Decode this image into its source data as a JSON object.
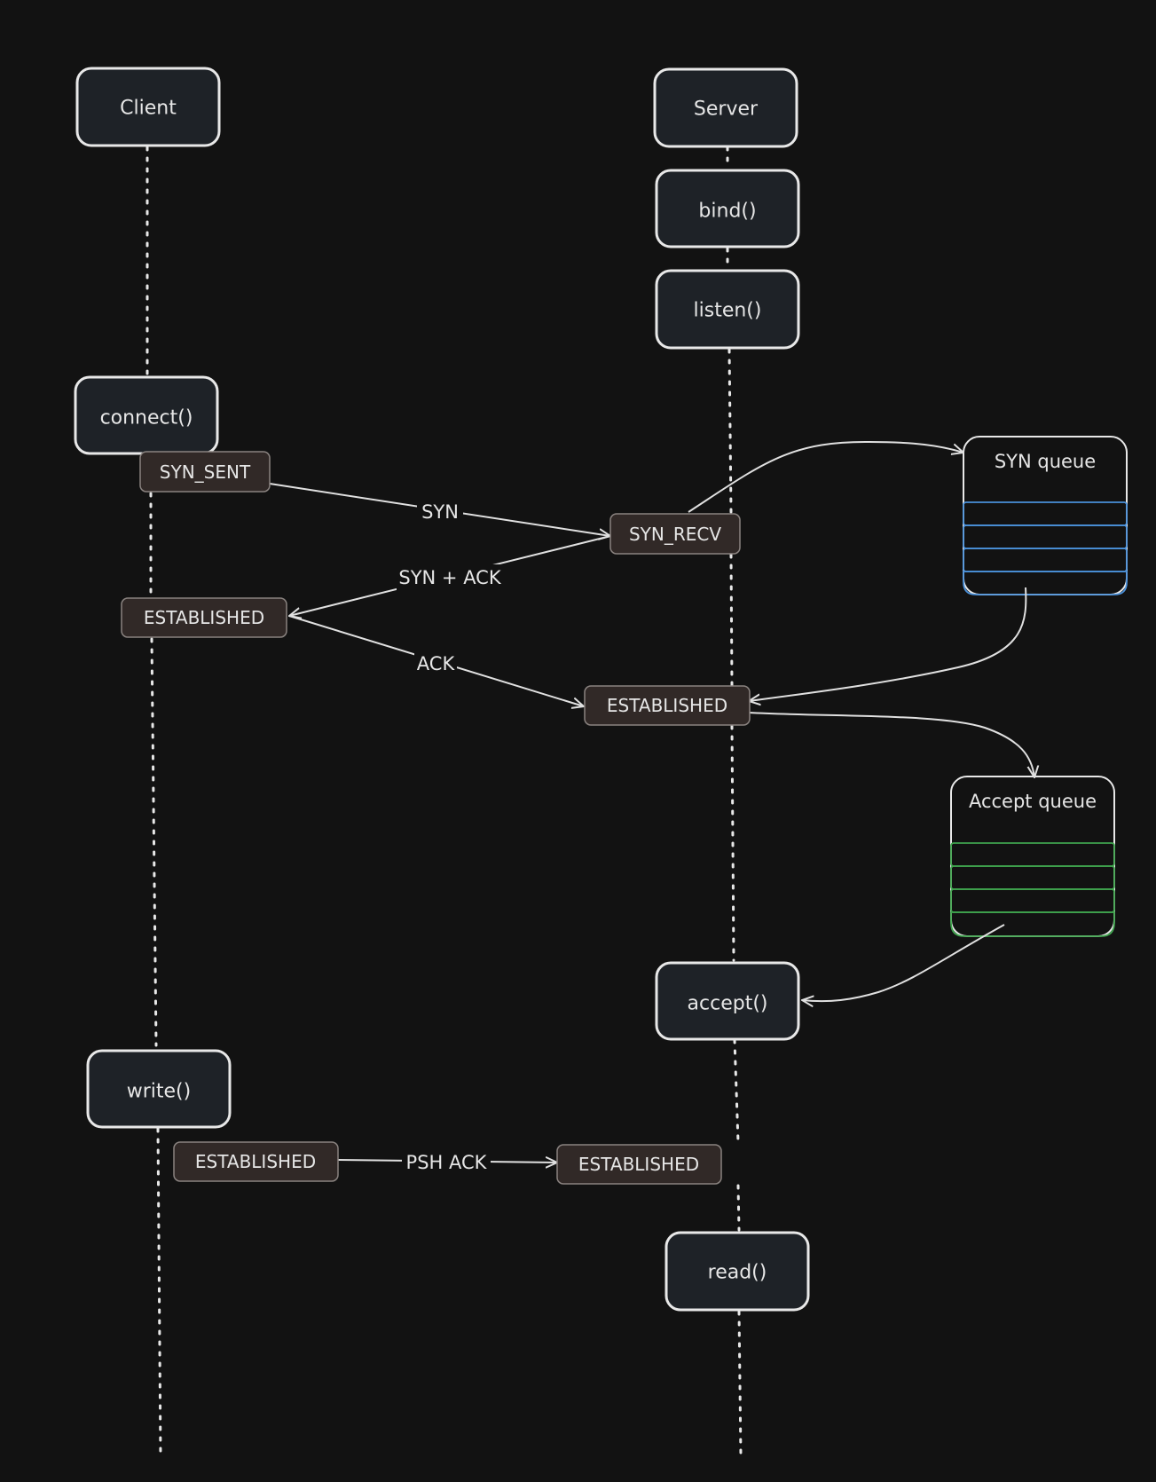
{
  "participants": {
    "client": "Client",
    "server": "Server"
  },
  "calls": {
    "bind": "bind()",
    "listen": "listen()",
    "connect": "connect()",
    "accept": "accept()",
    "write": "write()",
    "read": "read()"
  },
  "states": {
    "client_syn_sent": "SYN_SENT",
    "server_syn_recv": "SYN_RECV",
    "client_established": "ESTABLISHED",
    "server_established": "ESTABLISHED",
    "client_established_write": "ESTABLISHED",
    "server_established_read": "ESTABLISHED"
  },
  "messages": {
    "syn": "SYN",
    "syn_ack": "SYN + ACK",
    "ack": "ACK",
    "psh_ack": "PSH ACK"
  },
  "queues": {
    "syn_queue": {
      "title": "SYN queue",
      "color": "#4a90d9"
    },
    "accept_queue": {
      "title": "Accept queue",
      "color": "#3fa34d"
    }
  },
  "colors": {
    "background": "#121212",
    "box_fill": "#1e2227",
    "state_fill": "#312927",
    "stroke": "#e8e8e8"
  }
}
